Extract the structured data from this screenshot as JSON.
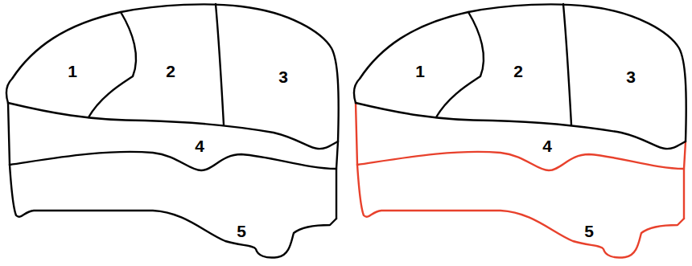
{
  "diagram": {
    "labels": [
      "1",
      "2",
      "3",
      "4",
      "5",
      "1",
      "2",
      "3",
      "4",
      "5"
    ]
  }
}
